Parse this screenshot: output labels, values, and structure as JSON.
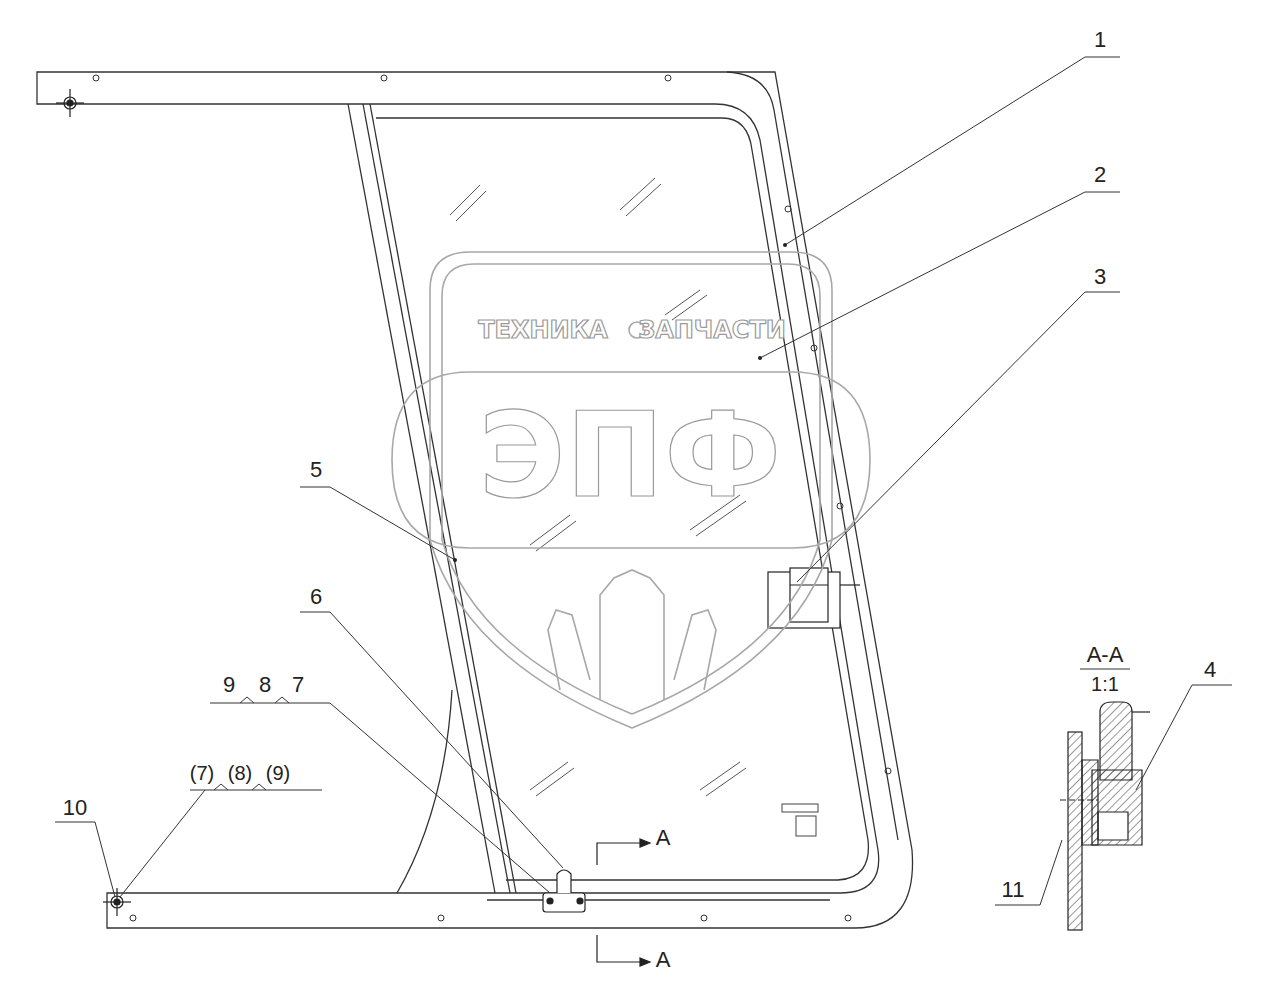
{
  "diagram": {
    "labels": [
      "1",
      "2",
      "3",
      "5",
      "6",
      "9",
      "8",
      "7",
      "10",
      "(7)",
      "(8)",
      "(9)",
      "A",
      "A",
      "A-A",
      "1:1",
      "4",
      "11",
      "ТЕХНИКА",
      "ЗАПЧАСТИ",
      "ЭПФ"
    ]
  }
}
